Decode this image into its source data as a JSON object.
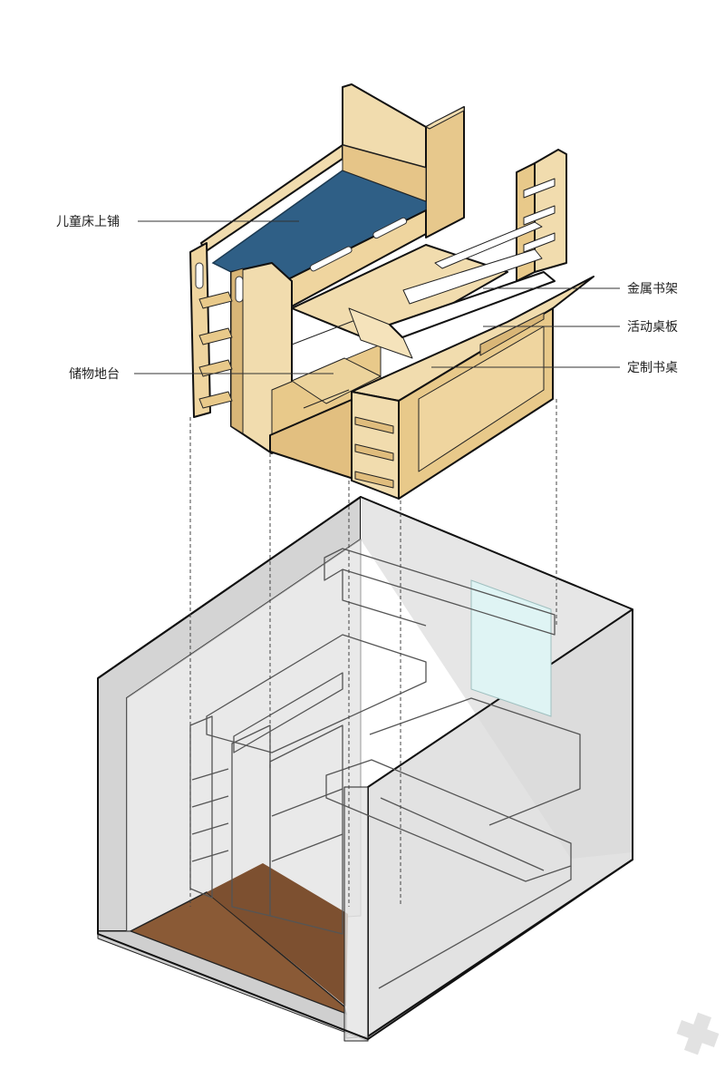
{
  "annotations": {
    "upper_bunk": "儿童床上铺",
    "storage_platform": "储物地台",
    "metal_bookshelf": "金属书架",
    "movable_desktop": "活动桌板",
    "custom_desk": "定制书桌"
  },
  "colors": {
    "wood_light": "#f1dcae",
    "wood_mid": "#e7c88c",
    "wood_dark": "#c9a566",
    "mattress": "#2f5f86",
    "floor": "#8a5a36",
    "room_wall": "#dcdcdc",
    "room_wall_dark": "#c8c8c8",
    "glass": "#dff4f4"
  },
  "icons": {
    "watermark": "plus-cross-icon"
  }
}
